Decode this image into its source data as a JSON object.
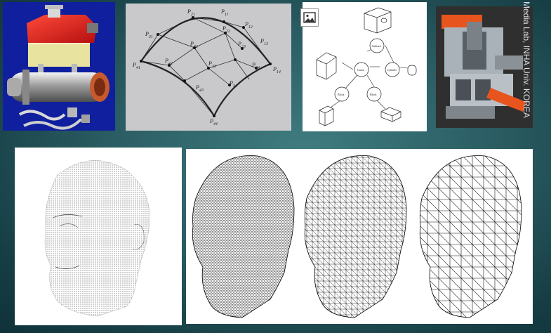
{
  "credit_text": "Media Lab, INHA Univ. KOREA",
  "patch_points": {
    "p11": "11",
    "p12": "12",
    "p13": "13",
    "p14": "14",
    "p21": "21",
    "p22": "22",
    "p23": "23",
    "p24": "24",
    "p31": "31",
    "p32": "32",
    "p33": "33",
    "p34": "34",
    "p41": "41",
    "p42": "42",
    "p43": "43",
    "p44": "44"
  },
  "tree_nodes": {
    "root": "Subtract",
    "union": "Union",
    "cylinder": "Cylinder",
    "block_a": "Block",
    "block_b": "Block"
  },
  "icons": {
    "image_placeholder": "image-icon"
  },
  "colors": {
    "background": "#2a5d63",
    "engine_panel_bg": "#0f1f9e",
    "engine_tank": "#e02020",
    "cutaway_accent": "#e8541e"
  }
}
